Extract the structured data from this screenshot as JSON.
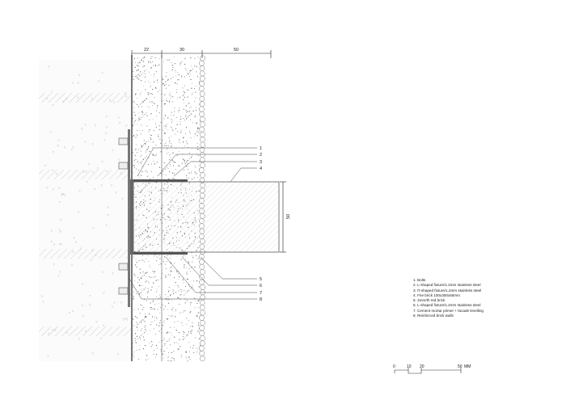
{
  "dimensions": {
    "top": [
      "22",
      "30",
      "50"
    ],
    "right": "50"
  },
  "callouts": [
    "1",
    "2",
    "3",
    "4",
    "5",
    "6",
    "7",
    "8"
  ],
  "legend": [
    "1. Bolts",
    "2. L-shaped fixture/1.2mm stainless steel",
    "3. Π-shaped fixture/1.2mm stainless steel",
    "4. Fire brick 100x300x50mm",
    "5. 2mm/th red brick",
    "6. L-shaped fixture/1.2mm stainless steel",
    "7. Cement mortar primer + facade levelling",
    "8. Reinforced brick walls"
  ],
  "scale_bar": {
    "ticks": [
      "0",
      "10",
      "20",
      "50"
    ],
    "unit": "MM"
  }
}
